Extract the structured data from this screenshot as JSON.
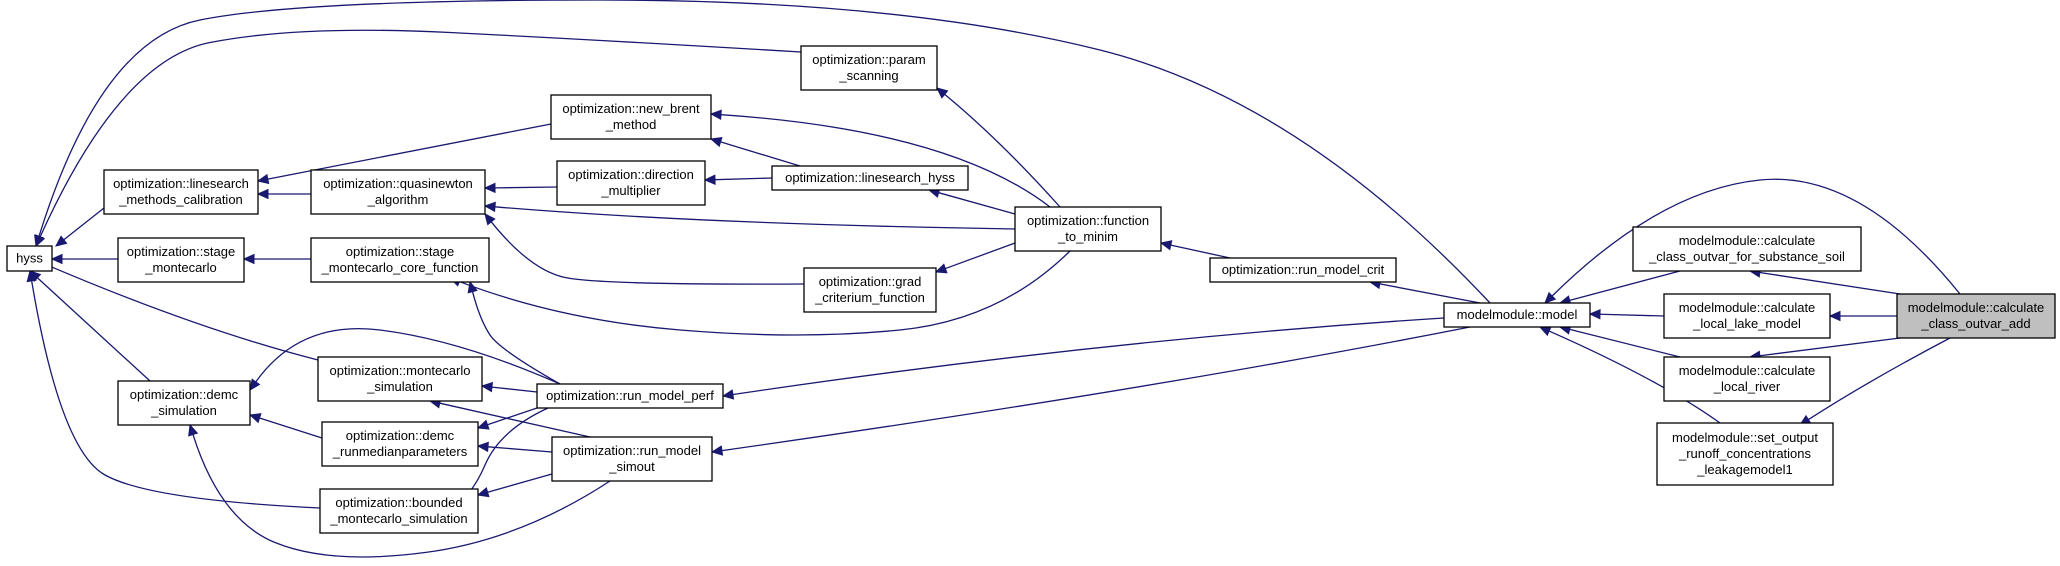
{
  "nodes": [
    {
      "id": "hyss",
      "lines": [
        "hyss"
      ]
    },
    {
      "id": "ls_calib",
      "lines": [
        "optimization::linesearch",
        "_methods_calibration"
      ]
    },
    {
      "id": "stage_mc",
      "lines": [
        "optimization::stage",
        "_montecarlo"
      ]
    },
    {
      "id": "demc_sim",
      "lines": [
        "optimization::demc",
        "_simulation"
      ]
    },
    {
      "id": "quasinewton",
      "lines": [
        "optimization::quasinewton",
        "_algorithm"
      ]
    },
    {
      "id": "stage_mc_core",
      "lines": [
        "optimization::stage",
        "_montecarlo_core_function"
      ]
    },
    {
      "id": "mc_sim",
      "lines": [
        "optimization::montecarlo",
        "_simulation"
      ]
    },
    {
      "id": "demc_runmed",
      "lines": [
        "optimization::demc",
        "_runmedianparameters"
      ]
    },
    {
      "id": "bounded_mc",
      "lines": [
        "optimization::bounded",
        "_montecarlo_simulation"
      ]
    },
    {
      "id": "param_scan",
      "lines": [
        "optimization::param",
        "_scanning"
      ]
    },
    {
      "id": "new_brent",
      "lines": [
        "optimization::new_brent",
        "_method"
      ]
    },
    {
      "id": "dir_mult",
      "lines": [
        "optimization::direction",
        "_multiplier"
      ]
    },
    {
      "id": "ls_hyss",
      "lines": [
        "optimization::linesearch_hyss"
      ]
    },
    {
      "id": "grad_crit",
      "lines": [
        "optimization::grad",
        "_criterium_function"
      ]
    },
    {
      "id": "func_minim",
      "lines": [
        "optimization::function",
        "_to_minim"
      ]
    },
    {
      "id": "run_perf",
      "lines": [
        "optimization::run_model_perf"
      ]
    },
    {
      "id": "run_simout",
      "lines": [
        "optimization::run_model",
        "_simout"
      ]
    },
    {
      "id": "run_crit",
      "lines": [
        "optimization::run_model_crit"
      ]
    },
    {
      "id": "model",
      "lines": [
        "modelmodule::model"
      ]
    },
    {
      "id": "calc_soil",
      "lines": [
        "modelmodule::calculate",
        "_class_outvar_for_substance_soil"
      ]
    },
    {
      "id": "calc_lake",
      "lines": [
        "modelmodule::calculate",
        "_local_lake_model"
      ]
    },
    {
      "id": "calc_river",
      "lines": [
        "modelmodule::calculate",
        "_local_river"
      ]
    },
    {
      "id": "set_output",
      "lines": [
        "modelmodule::set_output",
        "_runoff_concentrations",
        "_leakagemodel1"
      ]
    },
    {
      "id": "calc_add",
      "lines": [
        "modelmodule::calculate",
        "_class_outvar_add"
      ],
      "highlight": true
    }
  ],
  "edges": [
    {
      "from": "calc_add",
      "to": "calc_soil"
    },
    {
      "from": "calc_add",
      "to": "calc_lake"
    },
    {
      "from": "calc_add",
      "to": "calc_river"
    },
    {
      "from": "calc_add",
      "to": "set_output"
    },
    {
      "from": "calc_add",
      "to": "model"
    },
    {
      "from": "calc_soil",
      "to": "model"
    },
    {
      "from": "calc_lake",
      "to": "model"
    },
    {
      "from": "calc_river",
      "to": "model"
    },
    {
      "from": "set_output",
      "to": "model"
    },
    {
      "from": "model",
      "to": "hyss"
    },
    {
      "from": "model",
      "to": "run_crit"
    },
    {
      "from": "model",
      "to": "run_perf"
    },
    {
      "from": "model",
      "to": "run_simout"
    },
    {
      "from": "run_crit",
      "to": "func_minim"
    },
    {
      "from": "func_minim",
      "to": "param_scan"
    },
    {
      "from": "func_minim",
      "to": "new_brent"
    },
    {
      "from": "func_minim",
      "to": "ls_hyss"
    },
    {
      "from": "func_minim",
      "to": "quasinewton"
    },
    {
      "from": "func_minim",
      "to": "grad_crit"
    },
    {
      "from": "func_minim",
      "to": "stage_mc_core"
    },
    {
      "from": "param_scan",
      "to": "hyss"
    },
    {
      "from": "new_brent",
      "to": "ls_calib"
    },
    {
      "from": "ls_hyss",
      "to": "new_brent"
    },
    {
      "from": "ls_hyss",
      "to": "dir_mult"
    },
    {
      "from": "dir_mult",
      "to": "quasinewton"
    },
    {
      "from": "grad_crit",
      "to": "quasinewton"
    },
    {
      "from": "quasinewton",
      "to": "ls_calib"
    },
    {
      "from": "ls_calib",
      "to": "hyss"
    },
    {
      "from": "stage_mc_core",
      "to": "stage_mc"
    },
    {
      "from": "stage_mc",
      "to": "hyss"
    },
    {
      "from": "run_perf",
      "to": "stage_mc_core"
    },
    {
      "from": "run_perf",
      "to": "mc_sim"
    },
    {
      "from": "run_perf",
      "to": "demc_sim"
    },
    {
      "from": "run_perf",
      "to": "demc_runmed"
    },
    {
      "from": "run_perf",
      "to": "bounded_mc"
    },
    {
      "from": "run_simout",
      "to": "mc_sim"
    },
    {
      "from": "run_simout",
      "to": "demc_runmed"
    },
    {
      "from": "run_simout",
      "to": "bounded_mc"
    },
    {
      "from": "run_simout",
      "to": "demc_sim"
    },
    {
      "from": "mc_sim",
      "to": "hyss"
    },
    {
      "from": "demc_runmed",
      "to": "demc_sim"
    },
    {
      "from": "demc_sim",
      "to": "hyss"
    },
    {
      "from": "bounded_mc",
      "to": "hyss"
    }
  ]
}
